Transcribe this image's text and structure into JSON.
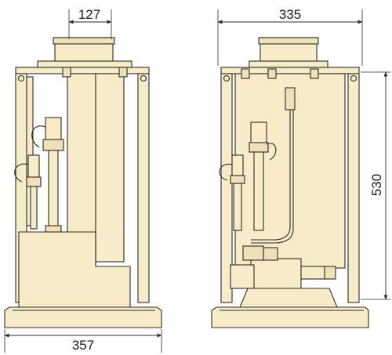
{
  "dimensions": {
    "top_left": "127",
    "top_right": "335",
    "bottom_left": "357",
    "right_vertical": "530"
  },
  "colors": {
    "body": "#f7ebc8",
    "body_shade": "#efe0b8",
    "line": "#2b2b2b",
    "background": "#ffffff"
  }
}
